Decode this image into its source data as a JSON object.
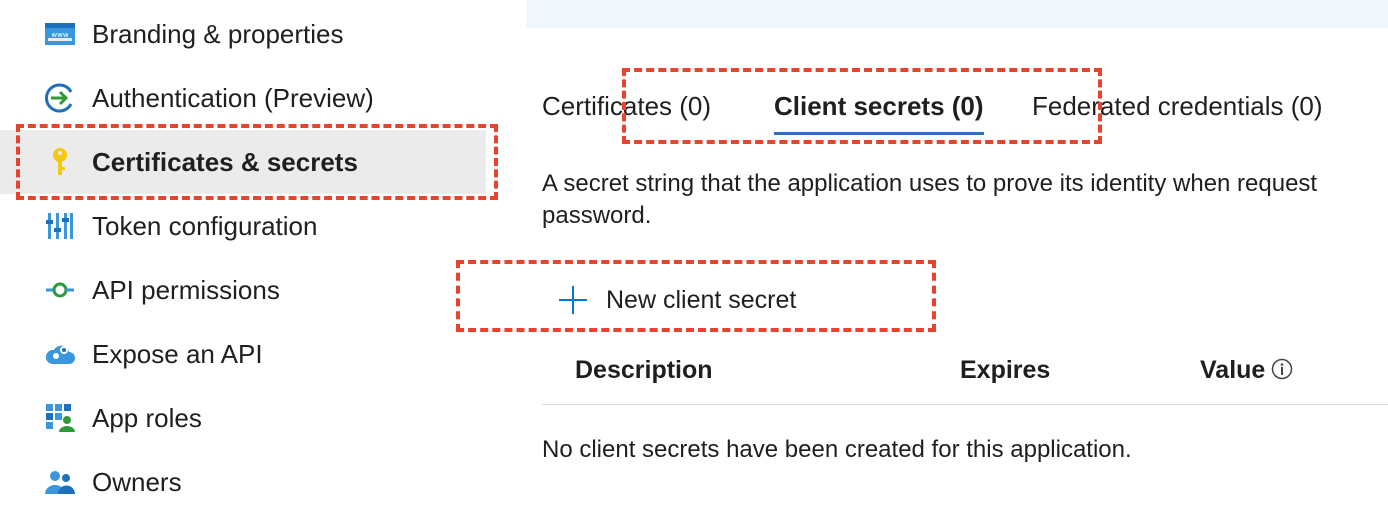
{
  "sidebar": {
    "items": [
      {
        "label": "Branding & properties",
        "icon": "branding-icon"
      },
      {
        "label": "Authentication (Preview)",
        "icon": "authentication-icon"
      },
      {
        "label": "Certificates & secrets",
        "icon": "key-icon",
        "selected": true
      },
      {
        "label": "Token configuration",
        "icon": "token-configuration-icon"
      },
      {
        "label": "API permissions",
        "icon": "api-permissions-icon"
      },
      {
        "label": "Expose an API",
        "icon": "expose-api-cloud-icon"
      },
      {
        "label": "App roles",
        "icon": "app-roles-icon"
      },
      {
        "label": "Owners",
        "icon": "owners-icon"
      }
    ]
  },
  "tabs": [
    {
      "label": "Certificates (0)",
      "active": false
    },
    {
      "label": "Client secrets (0)",
      "active": true
    },
    {
      "label": "Federated credentials (0)",
      "active": false
    }
  ],
  "description": {
    "line1": "A secret string that the application uses to prove its identity when request",
    "line2": "password."
  },
  "toolbar": {
    "new_secret_label": "New client secret",
    "icon": "plus-icon"
  },
  "table": {
    "columns": [
      "Description",
      "Expires",
      "Value"
    ],
    "value_info_icon": "info-icon",
    "empty_message": "No client secrets have been created for this application."
  },
  "colors": {
    "annotation": "#e8432e",
    "active_tab_underline": "#2f6ebd",
    "selected_nav_bg": "#ebebeb",
    "accent_blue": "#0078d4"
  }
}
